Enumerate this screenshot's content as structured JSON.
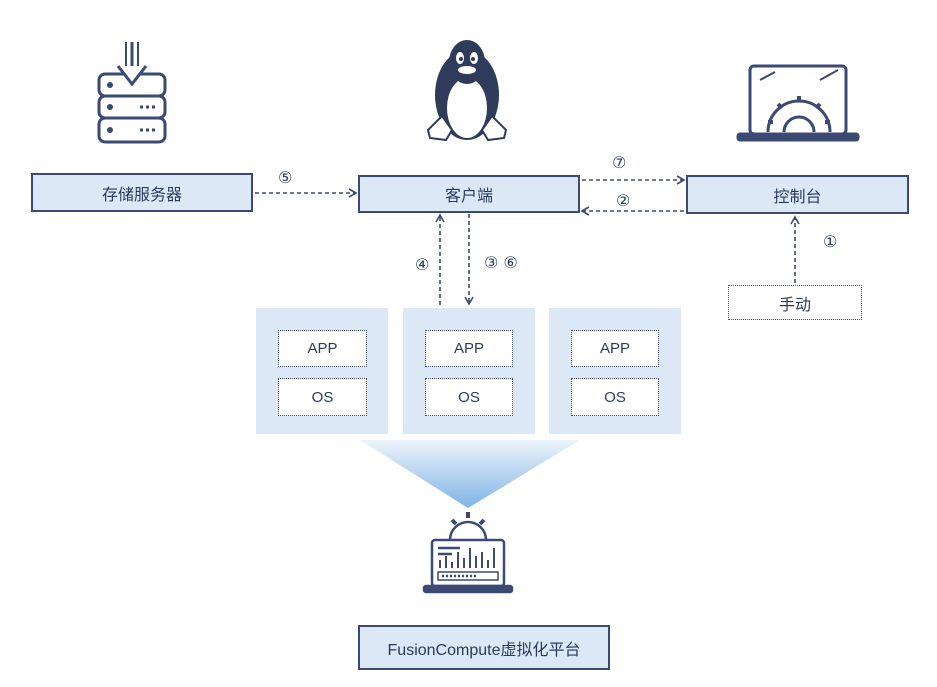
{
  "nodes": {
    "storage": "存储服务器",
    "client": "客户端",
    "console": "控制台",
    "manual": "手动",
    "platform": "FusionCompute虚拟化平台"
  },
  "vms": [
    {
      "app": "APP",
      "os": "OS"
    },
    {
      "app": "APP",
      "os": "OS"
    },
    {
      "app": "APP",
      "os": "OS"
    }
  ],
  "steps": {
    "s1": "①",
    "s2": "②",
    "s34": "③ ⑥",
    "s4": "④",
    "s5": "⑤",
    "s7": "⑦"
  },
  "icons": [
    "database-download-icon",
    "linux-penguin-icon",
    "laptop-gear-icon",
    "laptop-monitor-gear-icon"
  ],
  "colors": {
    "node_fill": "#dce8f5",
    "stroke": "#3a4a72",
    "arrow": "#3a4a72"
  }
}
